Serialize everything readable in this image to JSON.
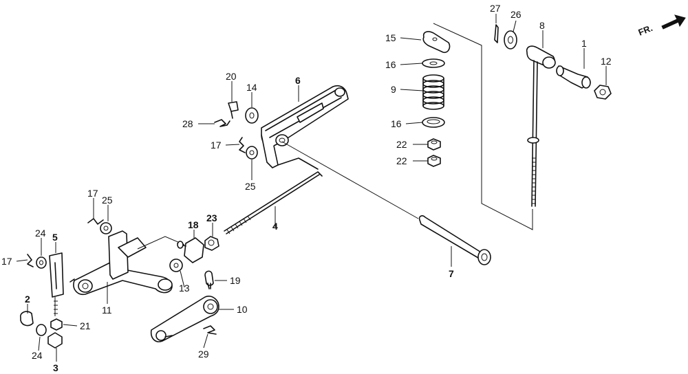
{
  "direction_label": "FR.",
  "callouts": [
    {
      "id": "c27",
      "label": "27",
      "bold": false
    },
    {
      "id": "c26",
      "label": "26",
      "bold": false
    },
    {
      "id": "c8",
      "label": "8",
      "bold": false
    },
    {
      "id": "c1",
      "label": "1",
      "bold": false
    },
    {
      "id": "c12",
      "label": "12",
      "bold": false
    },
    {
      "id": "c15",
      "label": "15",
      "bold": false
    },
    {
      "id": "c16a",
      "label": "16",
      "bold": false
    },
    {
      "id": "c9",
      "label": "9",
      "bold": false
    },
    {
      "id": "c16b",
      "label": "16",
      "bold": false
    },
    {
      "id": "c22a",
      "label": "22",
      "bold": false
    },
    {
      "id": "c22b",
      "label": "22",
      "bold": false
    },
    {
      "id": "c20",
      "label": "20",
      "bold": false
    },
    {
      "id": "c14",
      "label": "14",
      "bold": false
    },
    {
      "id": "c6",
      "label": "6",
      "bold": true
    },
    {
      "id": "c28",
      "label": "28",
      "bold": false
    },
    {
      "id": "c17a",
      "label": "17",
      "bold": false
    },
    {
      "id": "c25a",
      "label": "25",
      "bold": false
    },
    {
      "id": "c17b",
      "label": "17",
      "bold": false
    },
    {
      "id": "c25b",
      "label": "25",
      "bold": false
    },
    {
      "id": "c24a",
      "label": "24",
      "bold": false
    },
    {
      "id": "c5",
      "label": "5",
      "bold": true
    },
    {
      "id": "c17c",
      "label": "17",
      "bold": false
    },
    {
      "id": "c18",
      "label": "18",
      "bold": true
    },
    {
      "id": "c23",
      "label": "23",
      "bold": true
    },
    {
      "id": "c4",
      "label": "4",
      "bold": true
    },
    {
      "id": "c13",
      "label": "13",
      "bold": false
    },
    {
      "id": "c19",
      "label": "19",
      "bold": false
    },
    {
      "id": "c7",
      "label": "7",
      "bold": true
    },
    {
      "id": "c11",
      "label": "11",
      "bold": false
    },
    {
      "id": "c10",
      "label": "10",
      "bold": false
    },
    {
      "id": "c2",
      "label": "2",
      "bold": true
    },
    {
      "id": "c21",
      "label": "21",
      "bold": false
    },
    {
      "id": "c24b",
      "label": "24",
      "bold": false
    },
    {
      "id": "c3",
      "label": "3",
      "bold": true
    },
    {
      "id": "c29",
      "label": "29",
      "bold": false
    }
  ]
}
